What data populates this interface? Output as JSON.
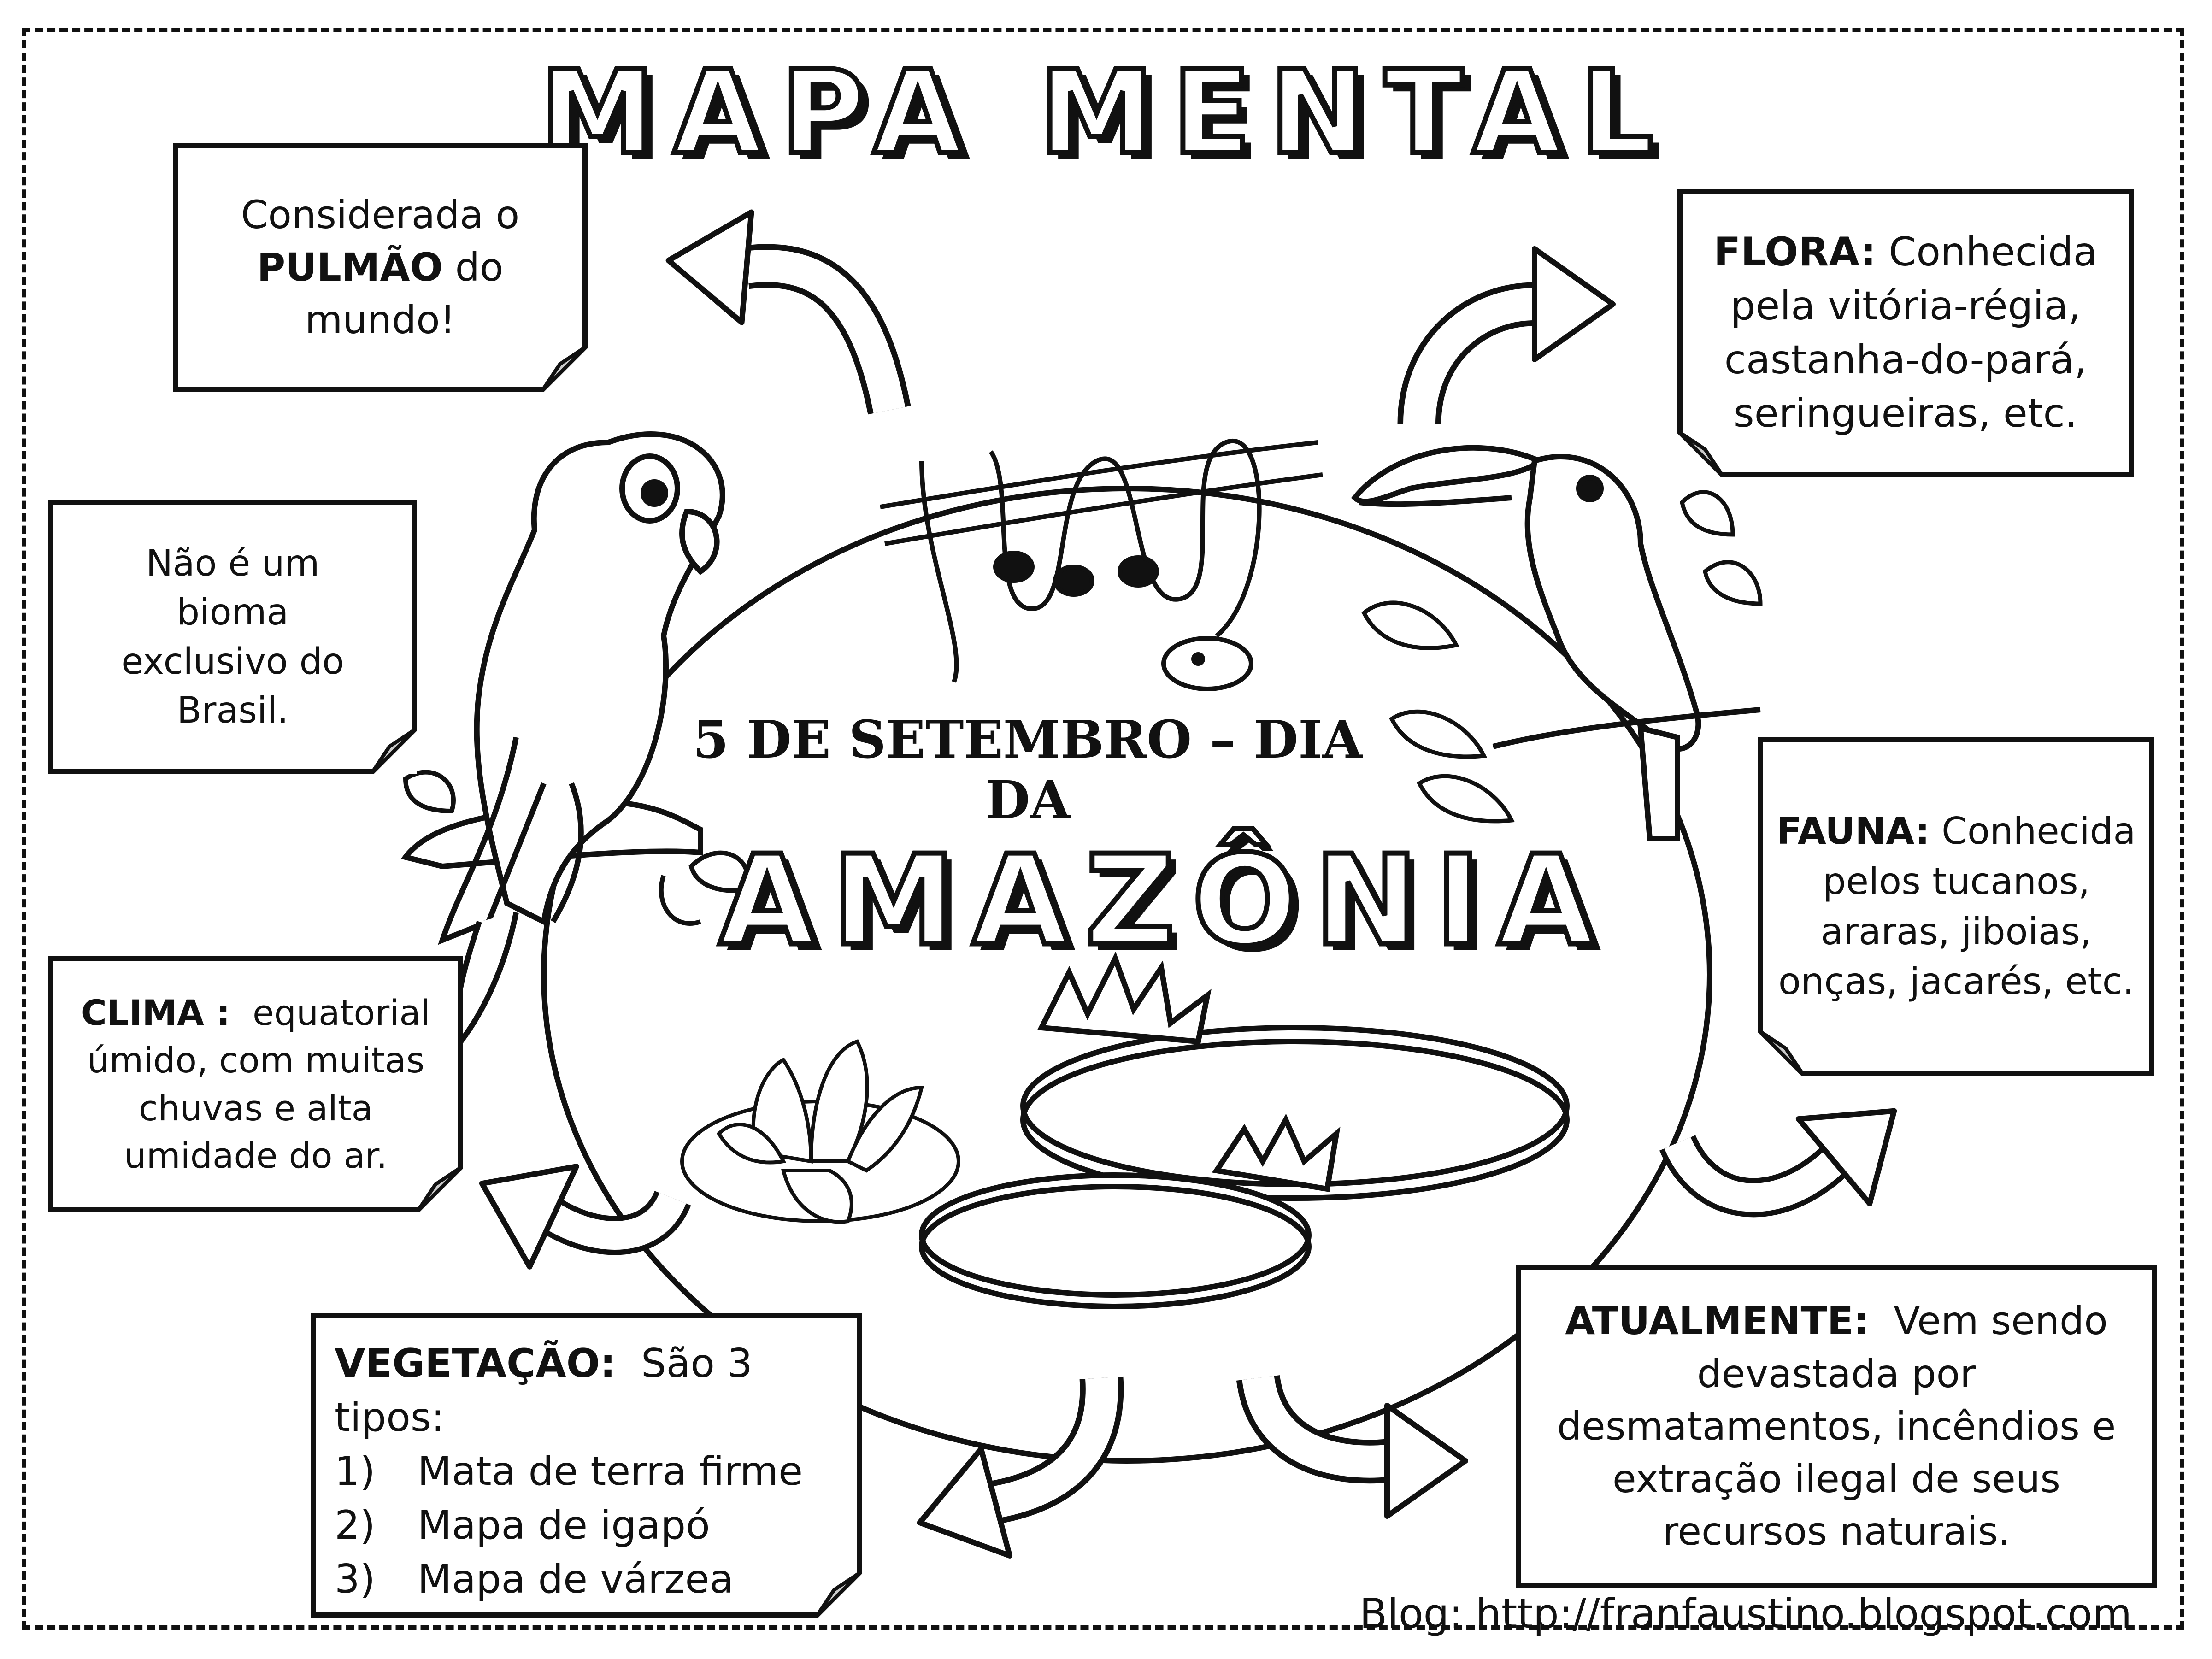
{
  "title": "MAPA MENTAL",
  "center": {
    "subtitle": "5 DE SETEMBRO – DIA DA",
    "name": "AMAZÔNIA"
  },
  "notes": {
    "pulmao": {
      "pre": "Considerada o",
      "bold": "PULMÃO",
      "post": "do",
      "line3": "mundo!"
    },
    "bioma": {
      "l1": "Não é um",
      "l2": "bioma",
      "l3": "exclusivo do",
      "l4": "Brasil."
    },
    "clima": {
      "label": "CLIMA :",
      "l1": "equatorial",
      "l2": "úmido, com muitas",
      "l3": "chuvas e  alta",
      "l4": "umidade do ar."
    },
    "vegetacao": {
      "label": "VEGETAÇÃO:",
      "intro": "São 3 tipos:",
      "items": [
        {
          "n": "1)",
          "text": "Mata de terra firme"
        },
        {
          "n": "2)",
          "text": "Mapa de igapó"
        },
        {
          "n": "3)",
          "text": "Mapa de várzea"
        }
      ]
    },
    "flora": {
      "label": "FLORA:",
      "l1": "Conhecida",
      "l2": "pela vitória-régia,",
      "l3": "castanha-do-pará,",
      "l4": "seringueiras,  etc."
    },
    "fauna": {
      "label": "FAUNA:",
      "l1": "Conhecida",
      "l2": "pelos tucanos,",
      "l3": "araras, jiboias,",
      "l4": "onças, jacarés, etc."
    },
    "atualmente": {
      "label": "ATUALMENTE:",
      "l1": "Vem sendo",
      "l2": "devastada por",
      "l3": "desmatamentos,  incêndios e",
      "l4": "extração ilegal de seus",
      "l5": "recursos  naturais."
    }
  },
  "blog": "Blog: http://franfaustino.blogspot.com"
}
